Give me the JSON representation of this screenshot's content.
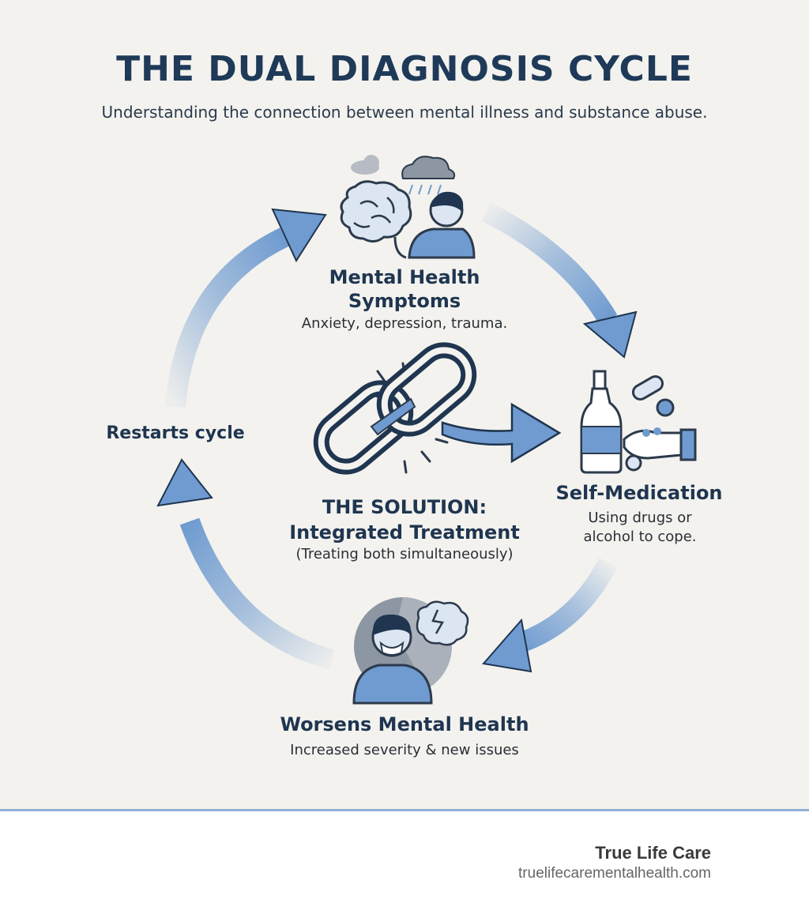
{
  "header": {
    "title": "THE DUAL DIAGNOSIS CYCLE",
    "subtitle": "Understanding the connection between mental illness and substance abuse."
  },
  "nodes": {
    "mental_health": {
      "title_line1": "Mental Health",
      "title_line2": "Symptoms",
      "desc": "Anxiety, depression, trauma.",
      "icon": "brain-person-icon"
    },
    "self_medication": {
      "title": "Self-Medication",
      "desc_line1": "Using drugs or",
      "desc_line2": "alcohol to cope.",
      "icon": "bottle-pills-icon"
    },
    "worsens": {
      "title": "Worsens Mental Health",
      "desc": "Increased severity & new issues",
      "icon": "distressed-person-icon"
    },
    "restarts": {
      "title": "Restarts cycle"
    },
    "solution": {
      "title_line1": "THE SOLUTION:",
      "title_line2": "Integrated Treatment",
      "desc": "(Treating both simultaneously)",
      "icon": "broken-chain-icon"
    }
  },
  "footer": {
    "brand": "True Life Care",
    "url": "truelifecarementalhealth.com"
  },
  "colors": {
    "accent": "#6f9bd0",
    "dark": "#1f3550",
    "background": "#f3f2ee"
  }
}
